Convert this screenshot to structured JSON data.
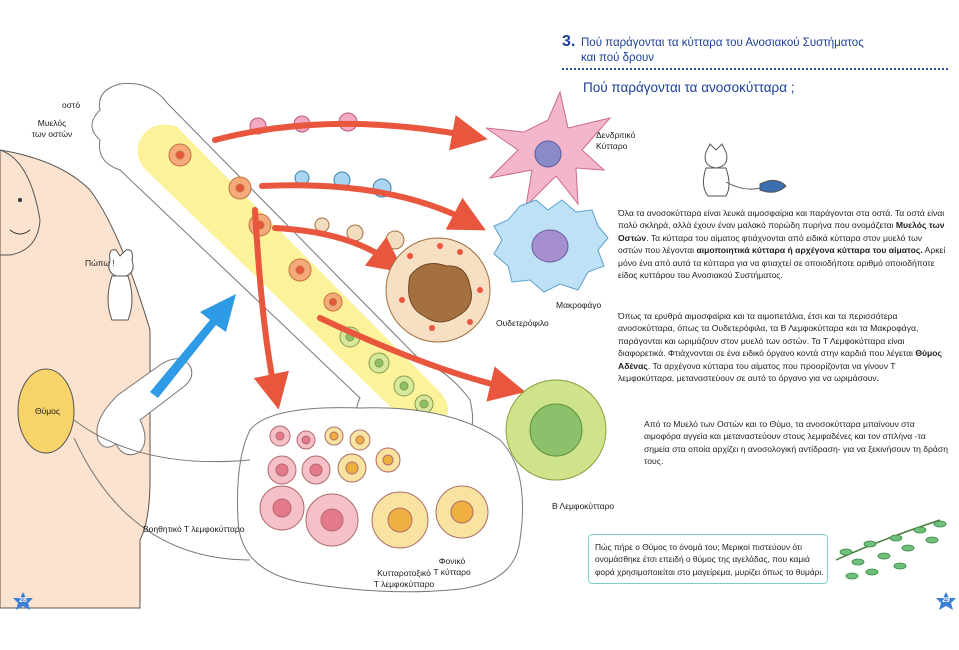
{
  "heading": {
    "number": "3.",
    "title": "Πού παράγονται τα κύτταρα του Ανοσιακού Συστήματος και πού δρουν"
  },
  "subheading": "Πού παράγονται τα ανοσοκύτταρα ;",
  "paragraphs": {
    "p1": {
      "lead": "Όλα τα ανοσοκύτταρα είναι λευκά αιμοσφαίρια και παράγονται στα οστά. Τα οστά είναι πολύ σκληρά, αλλά έχουν έναν μαλακό πορώδη πυρήνα που ονομάζεται ",
      "bold_1": "Μυελός των Οστών",
      "mid": ". Τα κύτταρα του αίματος φτιάχνονται από ειδικά κύτταρα στον μυελό των οστών που λέγονται ",
      "bold_2": "αιμοποιητικά κύτταρα ή αρχέγονα κύτταρα του αίματος.",
      "tail": " Αρκεί μόνο ένα από αυτά τα κύτταρα για να φτιαχτεί σε οποιοδήποτε αριθμό οποιοδήποτε είδος κυττάρου του Ανοσιακού Συστήματος."
    },
    "p2": {
      "lead": "Όπως τα ερυθρά αιμοσφαίρια και τα αιμοπετάλια, έτσι και τα περισσότερα ανοσοκύτταρα, όπως τα Ουδετερόφιλα, τα Β Λεμφοκύτταρα και τα Μακροφάγα, παράγονται και ωριμάζουν στον μυελό των οστών. Τα Τ Λεμφοκύτταρα είναι διαφορετικά. Φτιάχνονται σε ένα ειδικό όργανο κοντά στην καρδιά που λέγεται ",
      "bold_1": "Θύμος Αδένας",
      "tail": ". Τα αρχέγονα κύτταρα του αίματος που προορίζονται να γίνουν Τ λεμφοκύτταρα, μεταναστεύουν σε αυτό το όργανο για να ωριμάσουν",
      "end": "."
    },
    "p3": "Από το Μυελό των Οστών και το Θύμο, τα ανοσοκύτταρα μπαίνουν στα αιμοφόρα αγγεία και μεταναστεύουν στους λεμφαδένες και τον σπλήνα -τα σημεία στα οποία αρχίζει η ανοσολογική αντίδραση- για να ξεκινήσουν τη δράση τους."
  },
  "infobox": "Πώς πήρε ο Θύμος το όνομά του; Μερικοί πιστεύουν ότι ονομάσθηκε έτσι επειδή ο θύμος της αγελάδας, που καμιά φορά χρησιμοποιείται στο μαγείρεμα, μυρίζει όπως το θυμάρι.",
  "labels": {
    "bone": "οστό",
    "marrow": "Μυελός\nτων οστών",
    "cat_speech": "Πώπω !",
    "thymus": "Θύμος",
    "dendritic": "Δενδριτικό\nΚύτταρο",
    "macrophage": "Μακροφάγο",
    "neutrophil": "Ουδετερόφιλο",
    "b_lymphocyte": "Β Λεμφοκύτταρο",
    "helper_t": "Βοηθητικό Τ λεμφοκύτταρο",
    "cytotoxic_t": "Κυτταροτοξικό\nΤ λεμφοκύτταρο",
    "killer_t": "Φονικό\nΤ κύτταρο"
  },
  "page_numbers": {
    "left": "28",
    "right": "29"
  },
  "colors": {
    "heading_blue": "#1c3f9a",
    "arrow_red": "#e8563d",
    "arrow_blue": "#2f9be6",
    "marrow_yellow": "#fbf29a",
    "skin": "#fbe3cf",
    "thymus_yellow": "#f7d36a",
    "infobox_border": "#7fd0c8",
    "badge_blue": "#3b7fd6"
  }
}
